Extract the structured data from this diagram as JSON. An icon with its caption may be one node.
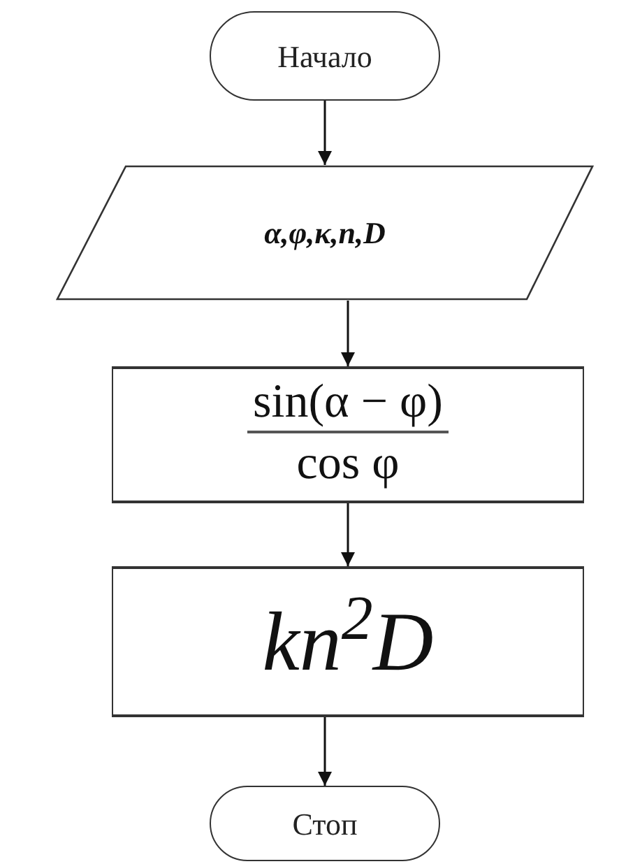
{
  "diagram": {
    "nodes": [
      {
        "text": [
          "Начало"
        ]
      },
      {
        "text": [
          "α,φ,κ,n,D"
        ]
      },
      {
        "text": [
          "sin(α − φ)",
          "cos φ"
        ]
      },
      {
        "text": [
          "kn$^{2}$D"
        ]
      },
      {
        "text": [
          "Стоп"
        ]
      }
    ],
    "edges": [
      {
        "from": 0,
        "to": 1,
        "arrow": "to"
      },
      {
        "from": 1,
        "to": 2,
        "arrow": "to"
      },
      {
        "from": 2,
        "to": 3,
        "arrow": "to"
      },
      {
        "from": 3,
        "to": 4,
        "arrow": "to"
      }
    ]
  }
}
